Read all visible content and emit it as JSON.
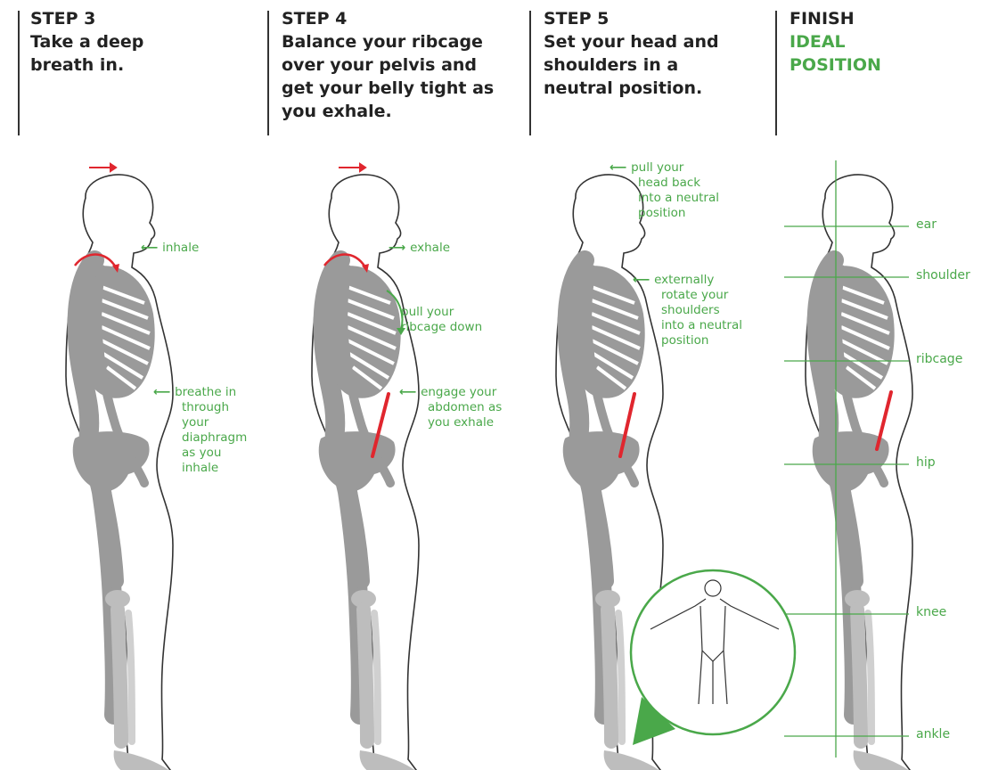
{
  "panels": [
    {
      "step": "STEP 3",
      "lines": [
        "Take a deep",
        "breath in."
      ]
    },
    {
      "step": "STEP 4",
      "lines": [
        "Balance your ribcage",
        "over your pelvis and",
        "get your belly tight as",
        "you exhale."
      ]
    },
    {
      "step": "STEP 5",
      "lines": [
        "Set your head and",
        "shoulders in a",
        "neutral position."
      ]
    },
    {
      "step": "FINISH",
      "lines": [
        "IDEAL",
        "POSITION"
      ]
    }
  ],
  "annotations": {
    "p3_inhale": "inhale",
    "p3_breathe": [
      "breathe in",
      "through",
      "your",
      "diaphragm",
      "as you",
      "inhale"
    ],
    "p4_exhale": "exhale",
    "p4_ribcage": [
      "pull your",
      "ribcage down"
    ],
    "p4_engage": [
      "engage your",
      "abdomen as",
      "you exhale"
    ],
    "p5_head": [
      "pull your",
      "head back",
      "into a neutral",
      "position"
    ],
    "p5_shoulders": [
      "externally",
      "rotate your",
      "shoulders",
      "into a neutral",
      "position"
    ]
  },
  "reference_labels": [
    "ear",
    "shoulder",
    "ribcage",
    "hip",
    "knee",
    "ankle"
  ],
  "colors": {
    "accent_green": "#4aa84a",
    "arrow_red": "#e0262e",
    "bone_gray": "#9a9a9a",
    "text_dark": "#222222"
  },
  "icons": [
    "right-arrow-red-icon",
    "curved-arrow-red-icon",
    "left-arrow-green-icon",
    "right-arrow-green-icon",
    "down-curve-arrow-green-icon",
    "human-front-view-icon"
  ]
}
